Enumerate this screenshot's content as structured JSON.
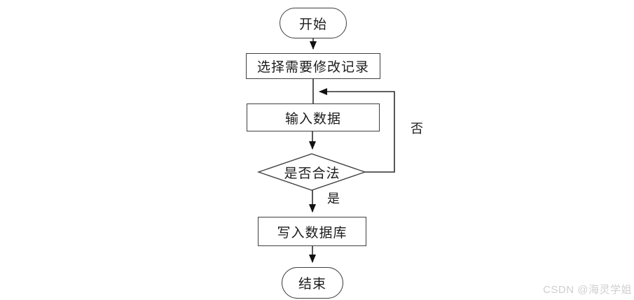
{
  "diagram": {
    "type": "flowchart",
    "nodes": {
      "start": {
        "label": "开始",
        "shape": "terminator"
      },
      "select": {
        "label": "选择需要修改记录",
        "shape": "process"
      },
      "input": {
        "label": "输入数据",
        "shape": "process"
      },
      "decision": {
        "label": "是否合法",
        "shape": "decision"
      },
      "write": {
        "label": "写入数据库",
        "shape": "process"
      },
      "end": {
        "label": "结束",
        "shape": "terminator"
      }
    },
    "edges": {
      "yes_label": "是",
      "no_label": "否"
    },
    "flow": [
      "start -> select",
      "select -> input",
      "input -> decision",
      "decision -是-> write",
      "decision -否-> input",
      "write -> end"
    ],
    "colors": {
      "line": "#2e2e2e",
      "arrowhead": "#111111",
      "shape_border": "#3f3f3f",
      "shape_fill": "#ffffff",
      "text": "#1c1c1c",
      "background": "#ffffff",
      "watermark": "#cfcfcf"
    }
  },
  "watermark": {
    "text": "CSDN @海灵学姐"
  }
}
